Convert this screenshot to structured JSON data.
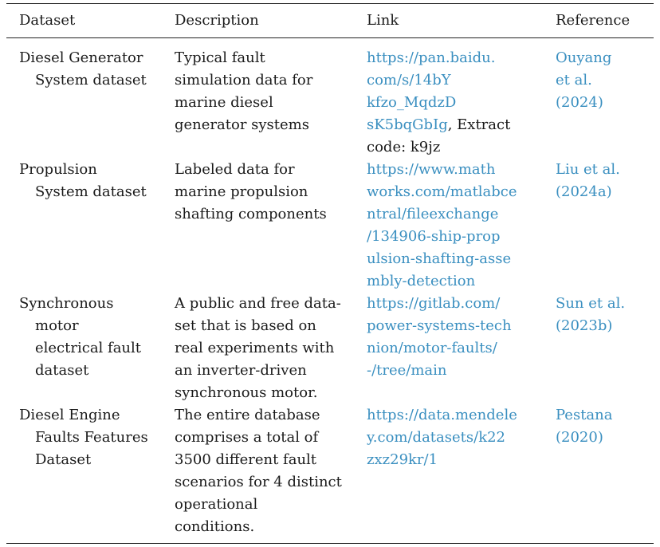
{
  "table": {
    "headers": {
      "dataset": "Dataset",
      "description": "Description",
      "link": "Link",
      "reference": "Reference"
    },
    "rows": [
      {
        "dataset": [
          "Diesel Generator",
          "System dataset"
        ],
        "description": [
          "Typical fault",
          "simulation data for",
          "marine diesel",
          "generator systems"
        ],
        "link": [
          "https://pan.baidu.",
          "com/s/14bY",
          "kfzo_MqdzD",
          "sK5bqGbIg"
        ],
        "link_suffix": ", Extract",
        "link_extra": [
          "code: k9jz"
        ],
        "reference": [
          "Ouyang",
          "et al.",
          "(2024)"
        ]
      },
      {
        "dataset": [
          "Propulsion",
          "System dataset"
        ],
        "description": [
          "Labeled data for",
          "marine propulsion",
          "shafting components"
        ],
        "link": [
          "https://www.math",
          "works.com/matlabce",
          "ntral/fileexchange",
          "/134906-ship-prop",
          "ulsion-shafting-asse",
          "mbly-detection"
        ],
        "reference": [
          "Liu et al.",
          "(2024a)"
        ]
      },
      {
        "dataset": [
          "Synchronous",
          "motor",
          "electrical fault",
          "dataset"
        ],
        "description": [
          "A public and free data-",
          "set that is based on",
          "real experiments with",
          "an inverter-driven",
          "synchronous motor."
        ],
        "link": [
          "https://gitlab.com/",
          "power-systems-tech",
          "nion/motor-faults/",
          "-/tree/main"
        ],
        "reference": [
          "Sun et al.",
          "(2023b)"
        ]
      },
      {
        "dataset": [
          "Diesel Engine",
          "Faults Features",
          "Dataset"
        ],
        "description": [
          "The entire database",
          "comprises a total of",
          "3500 different fault",
          "scenarios for 4 distinct",
          "operational",
          "conditions."
        ],
        "link": [
          "https://data.mendele",
          "y.com/datasets/k22",
          "zxz29kr/1"
        ],
        "reference": [
          "Pestana",
          "(2020)"
        ]
      }
    ]
  }
}
